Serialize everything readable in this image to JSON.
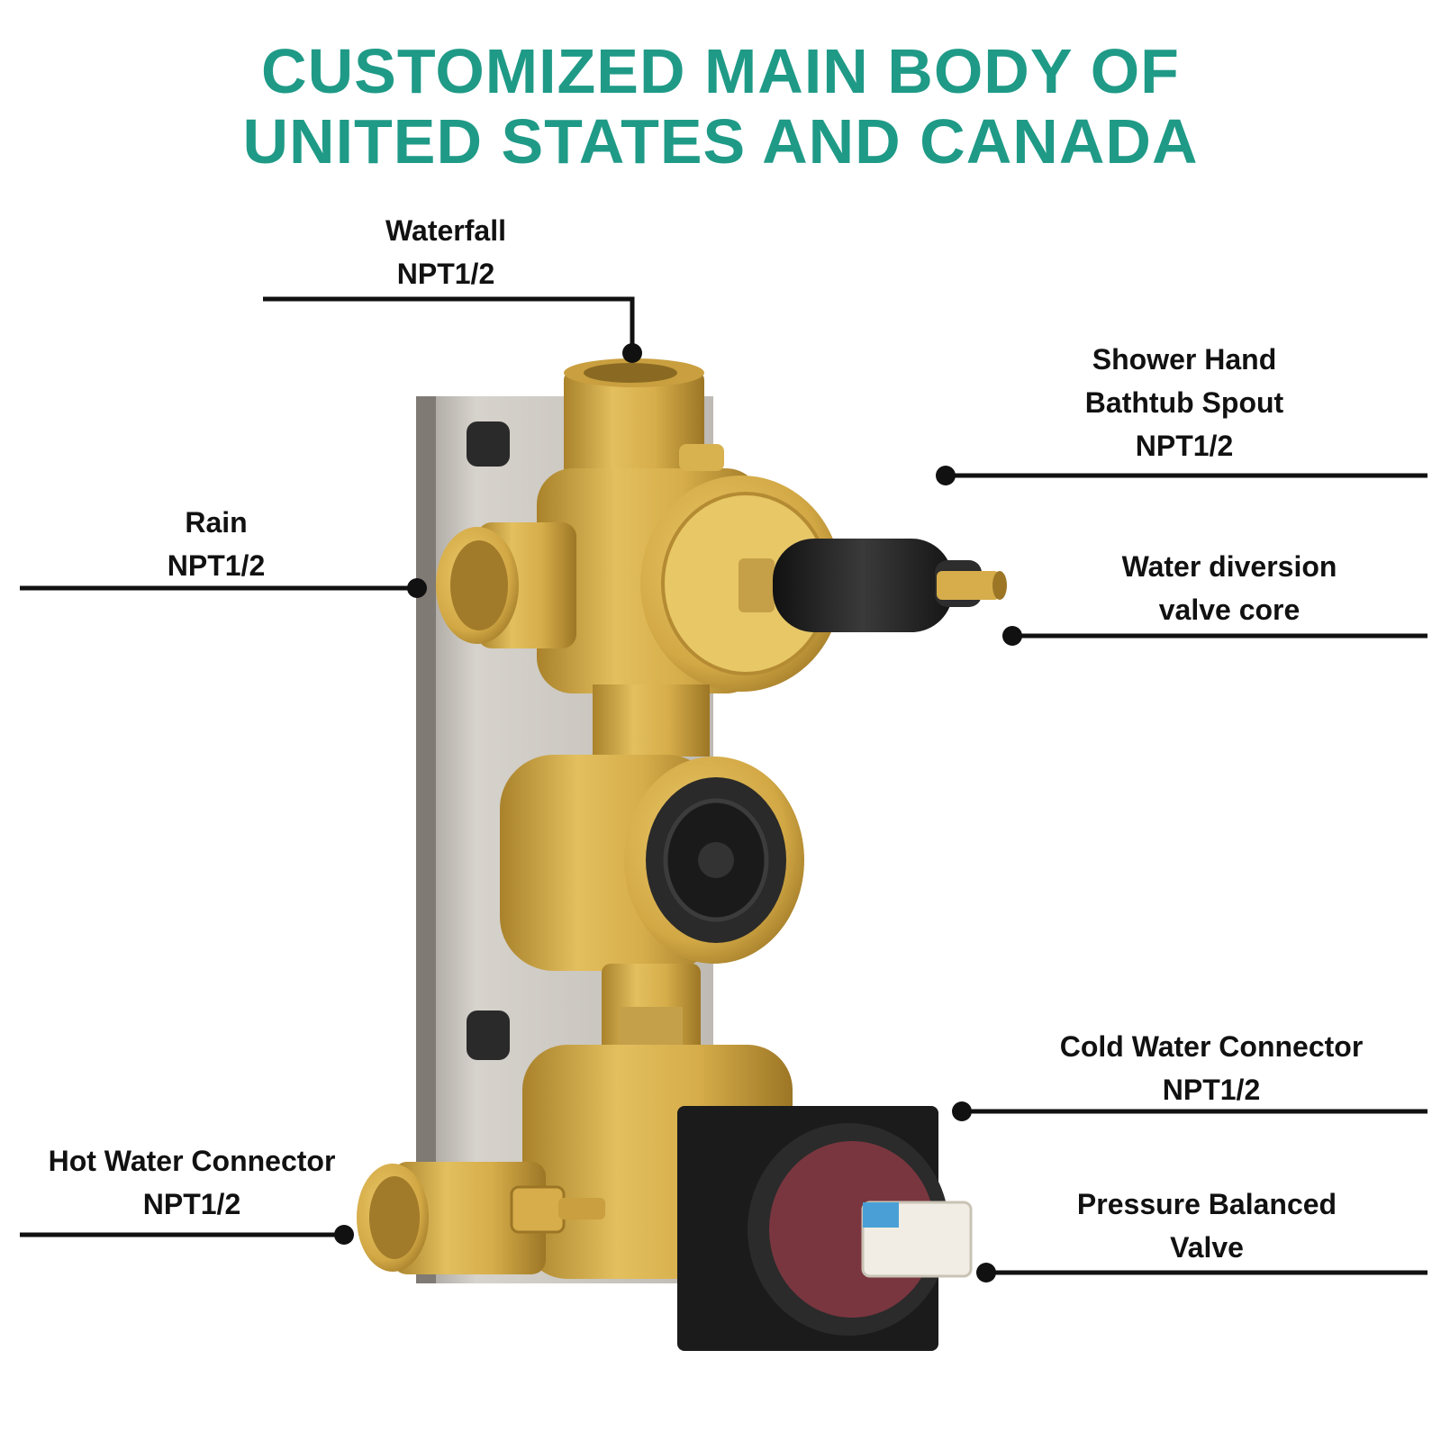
{
  "title": {
    "line1": "CUSTOMIZED MAIN BODY OF",
    "line2": "UNITED STATES AND CANADA"
  },
  "colors": {
    "title": "#1f9a87",
    "brass": "#d6ad4a",
    "brass_dark": "#a9822b",
    "black_part": "#222222",
    "plate": "#b9b4ad",
    "leader": "#111111"
  },
  "labels": {
    "waterfall": {
      "line1": "Waterfall",
      "line2": "NPT1/2"
    },
    "rain": {
      "line1": "Rain",
      "line2": "NPT1/2"
    },
    "shower_hand": {
      "line1": "Shower Hand",
      "line2": "Bathtub Spout",
      "line3": "NPT1/2"
    },
    "diversion": {
      "line1": "Water diversion",
      "line2": "valve core"
    },
    "cold_water": {
      "line1": "Cold Water Connector",
      "line2": "NPT1/2"
    },
    "hot_water": {
      "line1": "Hot Water Connector",
      "line2": "NPT1/2"
    },
    "pressure": {
      "line1": "Pressure Balanced",
      "line2": "Valve"
    }
  }
}
